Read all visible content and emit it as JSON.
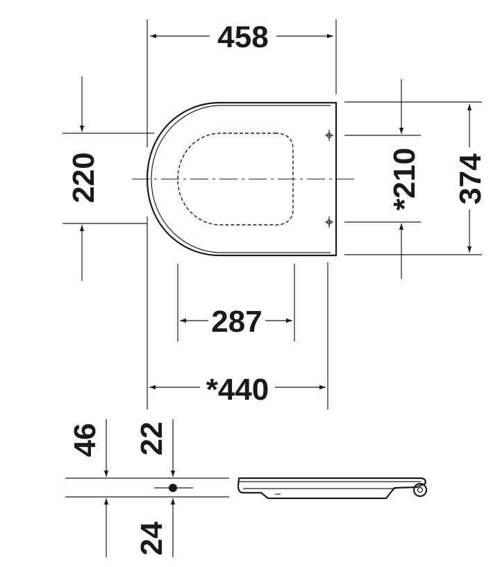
{
  "dimensions": {
    "overall_width": "458",
    "seat_depth": "220",
    "hinge_spacing": "*210",
    "overall_length": "374",
    "inner_opening": "287",
    "fixing_width": "*440",
    "side_height": "46",
    "hinge_axis_height": "22",
    "lower_offset": "24"
  },
  "colors": {
    "line": "#1a1a1a",
    "background": "#ffffff"
  }
}
